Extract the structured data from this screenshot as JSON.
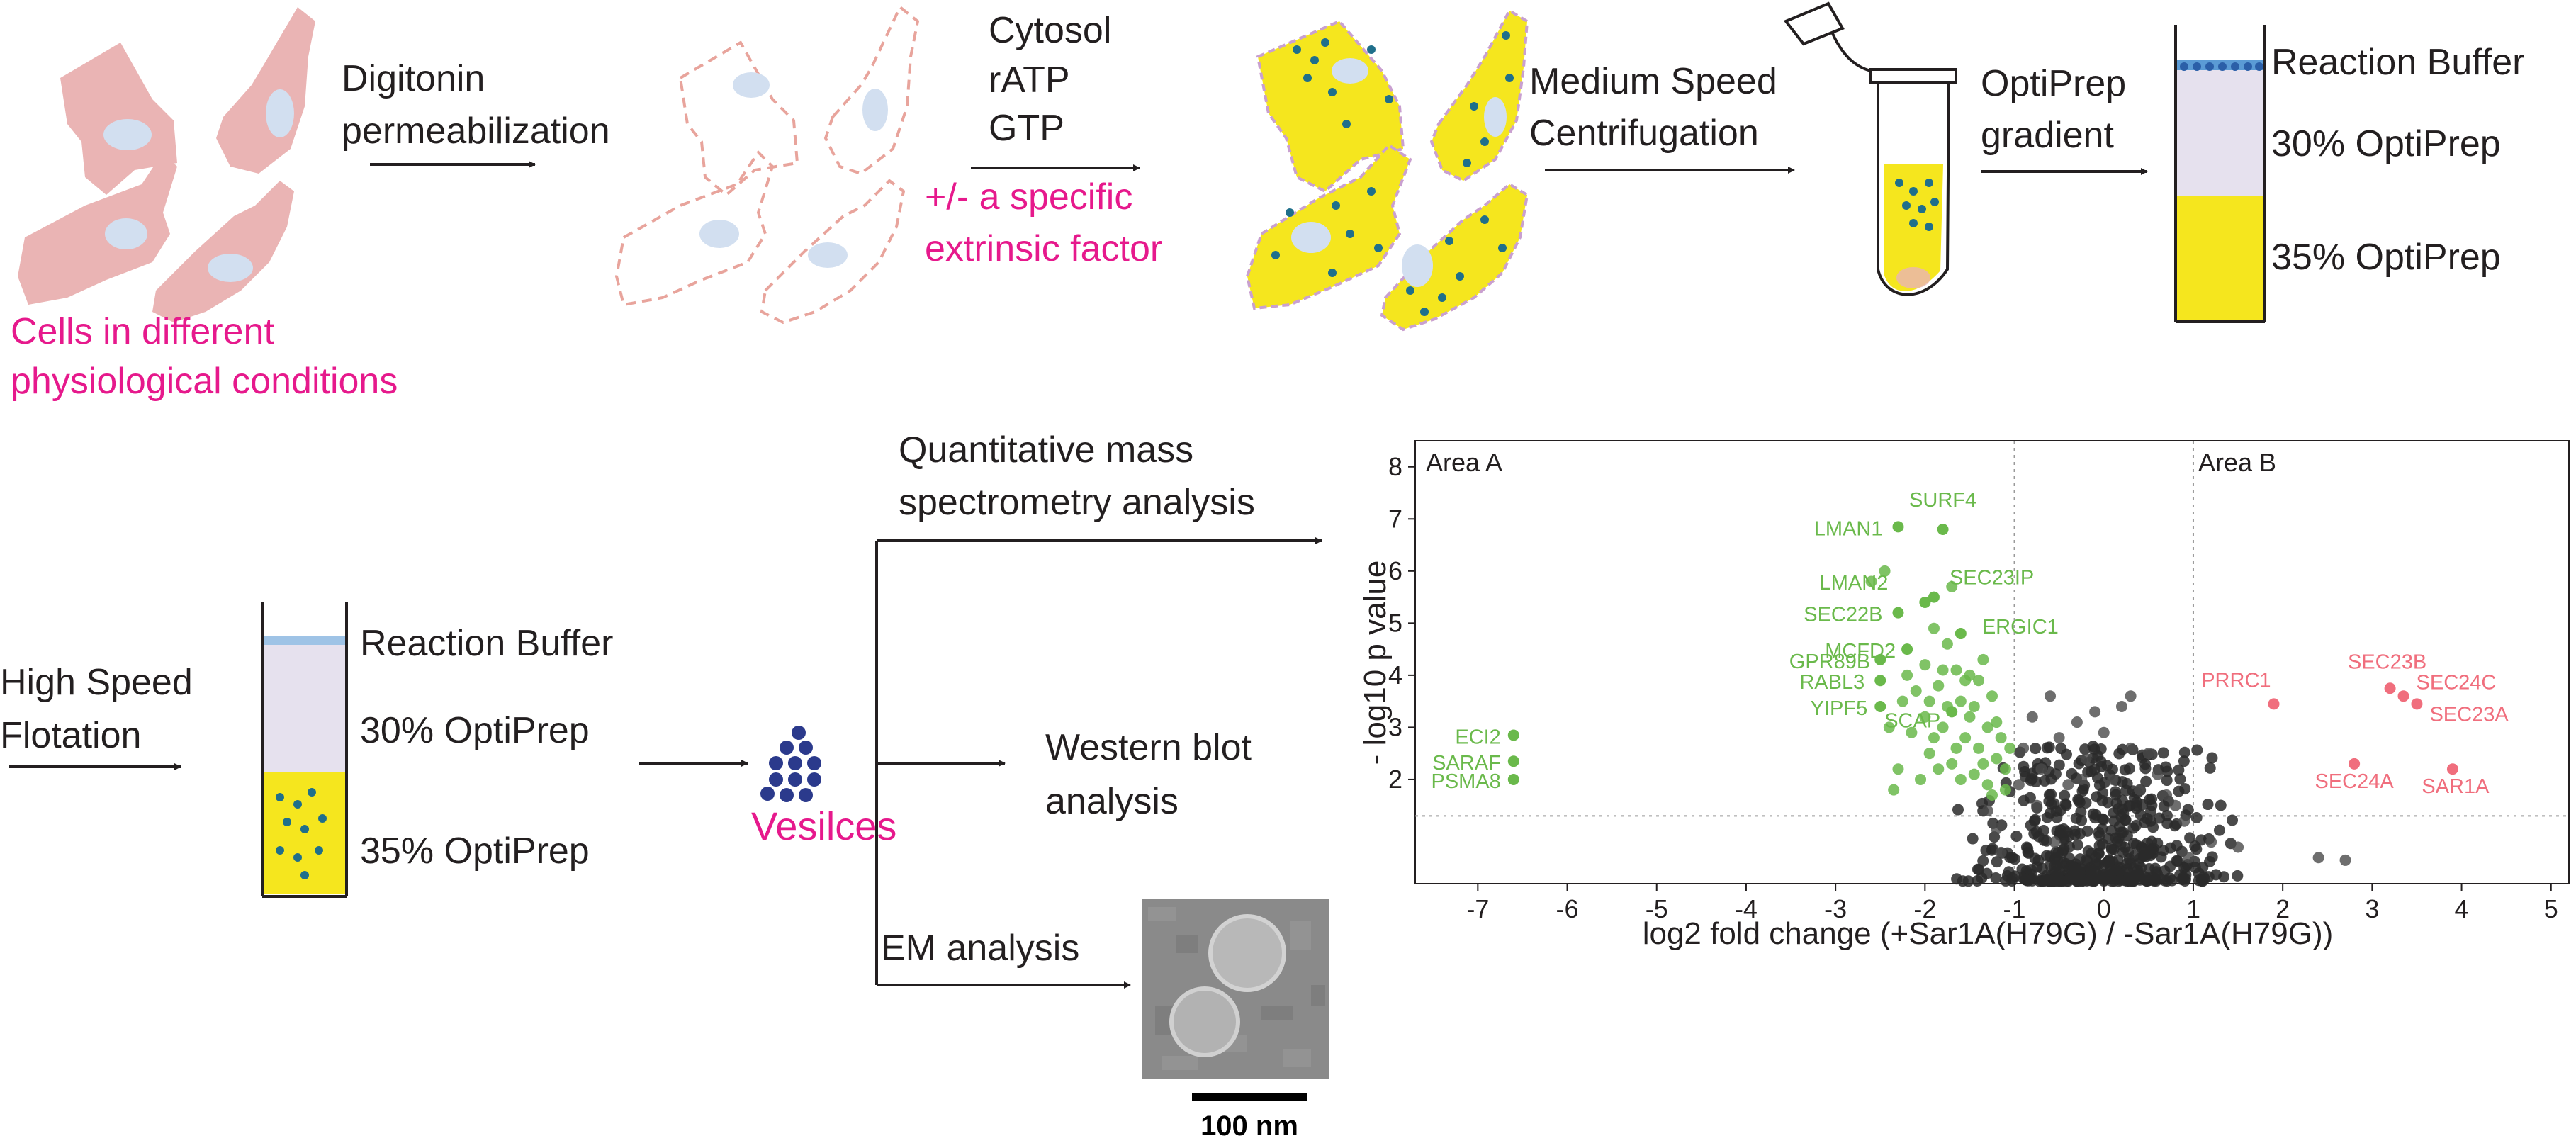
{
  "top_row": {
    "cells_caption": [
      "Cells in different",
      "physiological conditions"
    ],
    "step1": [
      "Digitonin",
      "permeabilization"
    ],
    "step2": [
      "Cytosol",
      "rATP",
      "GTP"
    ],
    "step2_note": [
      "+/- a specific",
      "extrinsic factor"
    ],
    "step3": [
      "Medium Speed",
      "Centrifugation"
    ],
    "step4": [
      "OptiPrep",
      "gradient"
    ],
    "gradient_labels": [
      "Reaction Buffer",
      "30% OptiPrep",
      "35% OptiPrep"
    ]
  },
  "bottom_row": {
    "step5": [
      "High Speed",
      "Flotation"
    ],
    "gradient_labels": [
      "Reaction Buffer",
      "30% OptiPrep",
      "35% OptiPrep"
    ],
    "vesicles_label": "Vesilces",
    "ms_analysis": [
      "Quantitative mass",
      "spectrometry analysis"
    ],
    "wb_analysis": [
      "Western blot",
      "analysis"
    ],
    "em_analysis": "EM analysis",
    "scale_bar": "100 nm"
  },
  "colors": {
    "magenta": "#e6198c",
    "cell_pink": "#eab4b4",
    "nucleus": "#d2dff0",
    "yellow": "#f5e61e",
    "vesicle_blue": "#2b3a8c",
    "dot_teal": "#1f6f8b",
    "green": "#6ab94b",
    "red": "#f06e7d",
    "grey_dot": "#2a2a2a",
    "gradient_lavender": "#e6e1ee"
  },
  "chart_data": {
    "type": "scatter",
    "xlabel": "log2 fold change (+Sar1A(H79G) / -Sar1A(H79G))",
    "ylabel": "- log10 p value",
    "xlim": [
      -7.7,
      5.2
    ],
    "ylim": [
      0,
      8.5
    ],
    "xticks": [
      -7,
      -6,
      -5,
      -4,
      -3,
      -2,
      -1,
      0,
      1,
      2,
      3,
      4,
      5
    ],
    "yticks": [
      2,
      3,
      4,
      5,
      6,
      7,
      8
    ],
    "area_labels": [
      "Area A",
      "Area B"
    ],
    "thresholds": {
      "x": [
        -1,
        1
      ],
      "y": 1.3
    },
    "grid": false,
    "labeled_points": [
      {
        "name": "SURF4",
        "x": -1.8,
        "y": 6.8,
        "group": "green"
      },
      {
        "name": "LMAN1",
        "x": -2.3,
        "y": 6.85,
        "group": "green"
      },
      {
        "name": "LMAN2",
        "x": -2.0,
        "y": 5.4,
        "group": "green"
      },
      {
        "name": "SEC23IP",
        "x": -1.9,
        "y": 5.5,
        "group": "green"
      },
      {
        "name": "SEC22B",
        "x": -2.3,
        "y": 5.2,
        "group": "green"
      },
      {
        "name": "ERGIC1",
        "x": -1.6,
        "y": 4.8,
        "group": "green"
      },
      {
        "name": "MCFD2",
        "x": -2.2,
        "y": 4.5,
        "group": "green"
      },
      {
        "name": "GPR89B",
        "x": -2.5,
        "y": 4.3,
        "group": "green"
      },
      {
        "name": "RABL3",
        "x": -2.5,
        "y": 3.9,
        "group": "green"
      },
      {
        "name": "YIPF5",
        "x": -2.5,
        "y": 3.4,
        "group": "green"
      },
      {
        "name": "SCAP",
        "x": -1.7,
        "y": 3.3,
        "group": "green"
      },
      {
        "name": "ECI2",
        "x": -6.6,
        "y": 2.85,
        "group": "green"
      },
      {
        "name": "SARAF",
        "x": -6.6,
        "y": 2.35,
        "group": "green"
      },
      {
        "name": "PSMA8",
        "x": -6.6,
        "y": 2.0,
        "group": "green"
      },
      {
        "name": "PRRC1",
        "x": 1.9,
        "y": 3.45,
        "group": "red"
      },
      {
        "name": "SEC23B",
        "x": 3.2,
        "y": 3.75,
        "group": "red"
      },
      {
        "name": "SEC24C",
        "x": 3.35,
        "y": 3.6,
        "group": "red"
      },
      {
        "name": "SEC23A",
        "x": 3.5,
        "y": 3.45,
        "group": "red"
      },
      {
        "name": "SEC24A",
        "x": 2.8,
        "y": 2.3,
        "group": "red"
      },
      {
        "name": "SAR1A",
        "x": 3.9,
        "y": 2.2,
        "group": "red"
      }
    ],
    "green_points": [
      [
        -2.4,
        3.0
      ],
      [
        -2.35,
        1.8
      ],
      [
        -2.2,
        4.0
      ],
      [
        -2.1,
        3.7
      ],
      [
        -2.0,
        4.2
      ],
      [
        -2.0,
        3.2
      ],
      [
        -1.95,
        2.5
      ],
      [
        -1.9,
        4.9
      ],
      [
        -1.85,
        3.8
      ],
      [
        -1.8,
        3.0
      ],
      [
        -1.75,
        4.6
      ],
      [
        -1.7,
        2.3
      ],
      [
        -1.7,
        5.7
      ],
      [
        -1.65,
        4.1
      ],
      [
        -1.6,
        3.5
      ],
      [
        -1.55,
        2.8
      ],
      [
        -1.5,
        4.0
      ],
      [
        -1.5,
        3.2
      ],
      [
        -1.45,
        2.1
      ],
      [
        -1.4,
        3.9
      ],
      [
        -1.4,
        2.6
      ],
      [
        -1.35,
        4.3
      ],
      [
        -1.3,
        3.0
      ],
      [
        -1.3,
        1.9
      ],
      [
        -1.25,
        3.6
      ],
      [
        -1.2,
        2.4
      ],
      [
        -1.2,
        3.1
      ],
      [
        -1.15,
        2.8
      ],
      [
        -1.1,
        2.2
      ],
      [
        -1.1,
        1.8
      ],
      [
        -1.05,
        2.6
      ],
      [
        -2.3,
        2.2
      ],
      [
        -2.15,
        2.9
      ],
      [
        -2.05,
        2.0
      ],
      [
        -1.95,
        3.5
      ],
      [
        -1.85,
        2.2
      ],
      [
        -1.8,
        4.1
      ],
      [
        -1.6,
        2.0
      ],
      [
        -1.55,
        3.9
      ],
      [
        -1.45,
        3.4
      ],
      [
        -2.6,
        5.8
      ],
      [
        -2.45,
        6.0
      ],
      [
        -2.25,
        3.5
      ],
      [
        -1.9,
        2.8
      ],
      [
        -1.75,
        3.4
      ],
      [
        -1.65,
        2.6
      ],
      [
        -1.35,
        2.3
      ],
      [
        -1.25,
        1.7
      ]
    ],
    "red_points": [
      [
        1.9,
        3.45
      ],
      [
        3.2,
        3.75
      ],
      [
        3.35,
        3.6
      ],
      [
        3.5,
        3.45
      ],
      [
        2.8,
        2.3
      ],
      [
        3.9,
        2.2
      ]
    ],
    "grey_outliers": [
      [
        -1.3,
        1.4
      ],
      [
        -1.2,
        1.05
      ],
      [
        -1.15,
        0.6
      ],
      [
        -0.9,
        2.6
      ],
      [
        -0.8,
        3.2
      ],
      [
        -0.7,
        2.2
      ],
      [
        -0.6,
        3.6
      ],
      [
        -0.5,
        2.8
      ],
      [
        -0.4,
        1.9
      ],
      [
        -0.3,
        3.1
      ],
      [
        -0.2,
        2.4
      ],
      [
        -0.1,
        3.3
      ],
      [
        0.0,
        2.9
      ],
      [
        0.1,
        2.0
      ],
      [
        0.2,
        3.4
      ],
      [
        0.3,
        2.6
      ],
      [
        0.4,
        1.8
      ],
      [
        0.5,
        2.5
      ],
      [
        0.6,
        2.1
      ],
      [
        0.7,
        1.7
      ],
      [
        0.8,
        1.5
      ],
      [
        0.9,
        1.2
      ],
      [
        -0.95,
        1.9
      ],
      [
        -0.75,
        1.5
      ],
      [
        1.2,
        0.8
      ],
      [
        1.5,
        0.7
      ],
      [
        2.4,
        0.5
      ],
      [
        2.7,
        0.45
      ],
      [
        -0.55,
        0.8
      ],
      [
        0.95,
        0.5
      ],
      [
        0.3,
        3.6
      ],
      [
        -0.25,
        2.0
      ]
    ]
  }
}
